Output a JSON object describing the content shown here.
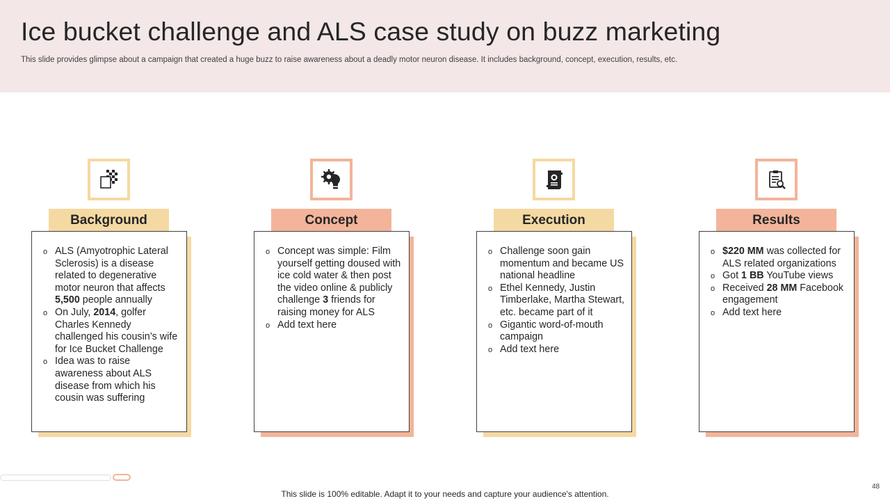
{
  "header": {
    "title": "Ice bucket challenge and ALS case study on buzz marketing",
    "subtitle": "This slide provides glimpse about a campaign that created a huge buzz to raise awareness about a deadly motor neuron disease. It includes background, concept, execution, results, etc."
  },
  "colors": {
    "header_bg": "#f3e7e8",
    "yellow_accent": "#f5d9a3",
    "salmon_accent": "#f3b49a",
    "text": "#262626"
  },
  "cards": [
    {
      "label": "Background",
      "icon": "checkered-flag-icon",
      "bullets": [
        {
          "parts": [
            {
              "t": "ALS (Amyotrophic Lateral Sclerosis) is a disease related to degenerative motor neuron that affects ",
              "b": false
            },
            {
              "t": "5,500",
              "b": true
            },
            {
              "t": " people annually",
              "b": false
            }
          ]
        },
        {
          "parts": [
            {
              "t": "On July, ",
              "b": false
            },
            {
              "t": "2014",
              "b": true
            },
            {
              "t": ", golfer Charles Kennedy challenged his cousin’s wife for Ice Bucket Challenge",
              "b": false
            }
          ]
        },
        {
          "parts": [
            {
              "t": "Idea was to raise awareness about ALS disease from which his cousin was suffering",
              "b": false
            }
          ]
        }
      ]
    },
    {
      "label": "Concept",
      "icon": "lightbulb-gear-icon",
      "bullets": [
        {
          "parts": [
            {
              "t": "Concept was simple: Film yourself getting doused with ice cold water & then post the video online & publicly challenge ",
              "b": false
            },
            {
              "t": "3",
              "b": true
            },
            {
              "t": " friends for raising money for ALS",
              "b": false
            }
          ]
        },
        {
          "parts": [
            {
              "t": "Add text here",
              "b": false
            }
          ]
        }
      ]
    },
    {
      "label": "Execution",
      "icon": "certificate-scroll-icon",
      "bullets": [
        {
          "parts": [
            {
              "t": "Challenge soon gain momentum and became US national headline",
              "b": false
            }
          ]
        },
        {
          "parts": [
            {
              "t": "Ethel Kennedy, Justin Timberlake, Martha Stewart, etc. became part of it",
              "b": false
            }
          ]
        },
        {
          "parts": [
            {
              "t": "Gigantic word-of-mouth campaign",
              "b": false
            }
          ]
        },
        {
          "parts": [
            {
              "t": "Add text here",
              "b": false
            }
          ]
        }
      ]
    },
    {
      "label": "Results",
      "icon": "clipboard-search-icon",
      "bullets": [
        {
          "parts": [
            {
              "t": "$220 MM",
              "b": true
            },
            {
              "t": " was collected for ALS related organizations",
              "b": false
            }
          ]
        },
        {
          "parts": [
            {
              "t": "Got ",
              "b": false
            },
            {
              "t": "1 BB",
              "b": true
            },
            {
              "t": " YouTube views",
              "b": false
            }
          ]
        },
        {
          "parts": [
            {
              "t": "Received ",
              "b": false
            },
            {
              "t": "28 MM",
              "b": true
            },
            {
              "t": " Facebook engagement",
              "b": false
            }
          ]
        },
        {
          "parts": [
            {
              "t": "Add text here",
              "b": false
            }
          ]
        }
      ]
    }
  ],
  "footer": {
    "text": "This slide is 100% editable. Adapt it to your needs and capture your audience's attention.",
    "page_number": "48"
  }
}
